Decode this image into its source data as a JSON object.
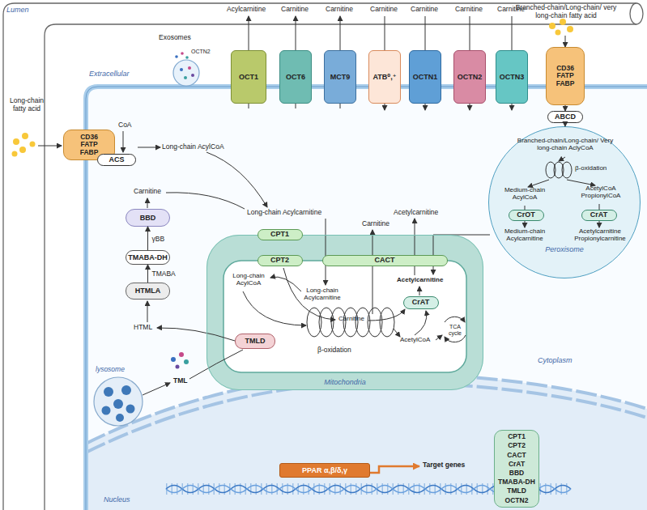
{
  "diagram": {
    "nodes": [
      {
        "text": [
          "OCT1"
        ]
      },
      {
        "text": [
          "OCT6"
        ]
      },
      {
        "text": [
          "MCT9"
        ]
      },
      {
        "text": [
          "ATB⁰,⁺"
        ]
      },
      {
        "text": [
          "OCTN1"
        ]
      },
      {
        "text": [
          "OCTN2"
        ]
      },
      {
        "text": [
          "OCTN3"
        ]
      },
      {
        "text": [
          "CD36 FATP FABP"
        ]
      },
      {
        "text": [
          "ABCD"
        ]
      },
      {
        "text": [
          "CD36 FATP FABP"
        ]
      },
      {
        "text": [
          "ACS"
        ]
      },
      {
        "text": [
          "Peroxisome"
        ]
      },
      {
        "text": [
          "CrOT"
        ],
        "in": 11
      },
      {
        "text": [
          "CrAT"
        ],
        "in": 11
      },
      {
        "text": [
          "Mitochondria"
        ]
      },
      {
        "text": [
          "CPT1"
        ],
        "in": 14
      },
      {
        "text": [
          "CPT2"
        ],
        "in": 14
      },
      {
        "text": [
          "CACT"
        ],
        "in": 14
      },
      {
        "text": [
          "CrAT"
        ],
        "in": 14
      },
      {
        "text": [
          "BBD"
        ]
      },
      {
        "text": [
          "TMABA-DH"
        ]
      },
      {
        "text": [
          "HTMLA"
        ]
      },
      {
        "text": [
          "TMLD"
        ]
      },
      {
        "text": [
          "PPAR α,β/δ,γ"
        ]
      },
      {
        "text": [
          "CPT1",
          "CPT2",
          "CACT",
          "CrAT",
          "BBD",
          "TMABA-DH",
          "TMLD",
          "OCTN2"
        ]
      }
    ],
    "edges": [
      {
        "from": 7,
        "to": 8,
        "arrow": "to"
      },
      {
        "from": 8,
        "to": 11,
        "arrow": "to"
      },
      {
        "from": 21,
        "to": 20,
        "label": "TMABA",
        "arrow": "to"
      },
      {
        "from": 20,
        "to": 19,
        "label": "γBB",
        "arrow": "to"
      }
    ],
    "labels": [
      "Lumen",
      "Extracellular",
      "Acylcarnitine",
      "Carnitine",
      "Carnitine",
      "Carnitine",
      "Carnitine",
      "Carnitine",
      "Carnitine",
      "Branched-chain/Long-chain/ very long-chain fatty acid",
      "Exosomes",
      "OCTN2",
      "Long-chain fatty acid",
      "CoA",
      "Long-chain AcylCoA",
      "Carnitine",
      "Long-chain Acylcarnitine",
      "Carnitine",
      "Acetylcarnitine",
      "Branched-chain/Long-chain/ Very long-chain AclyCoA",
      "β-oxidation",
      "Medium-chain AcylCoA",
      "AcetylCoA PropionylCoA",
      "Medium-chain Acylcarnitine",
      "Acetylcarnitine Propionylcarnitine",
      "Long-chain AcylCoA",
      "Long-chain Acylcarnitine",
      "Acetylcarnitine",
      "Carnitine",
      "AcetylCoA",
      "TCA cycle",
      "β-oxidation",
      "HTML",
      "TML",
      "lysosome",
      "Cytoplasm",
      "Nucleus",
      "Target genes"
    ]
  }
}
